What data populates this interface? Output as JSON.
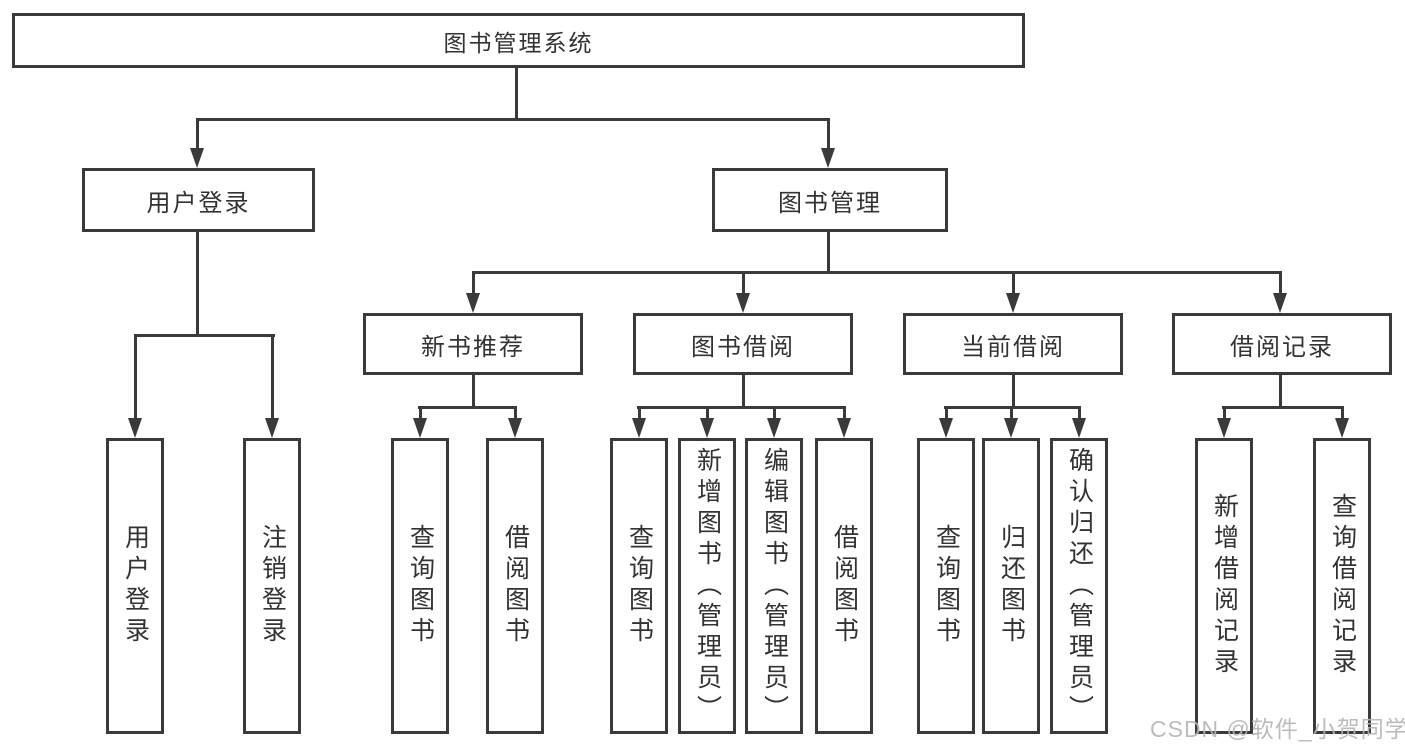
{
  "colors": {
    "line": "#3a3a3a",
    "text": "#333333",
    "watermark": "#b5b5b5",
    "background": "#ffffff"
  },
  "tree": {
    "root_label": "图书管理系统",
    "branches": [
      {
        "label": "用户登录",
        "children": [
          {
            "label": "用户登录"
          },
          {
            "label": "注销登录"
          }
        ]
      },
      {
        "label": "图书管理",
        "children": [
          {
            "label": "新书推荐",
            "children": [
              {
                "label": "查询图书"
              },
              {
                "label": "借阅图书"
              }
            ]
          },
          {
            "label": "图书借阅",
            "children": [
              {
                "label": "查询图书"
              },
              {
                "label": "新增图书（管理员）"
              },
              {
                "label": "编辑图书（管理员）"
              },
              {
                "label": "借阅图书"
              }
            ]
          },
          {
            "label": "当前借阅",
            "children": [
              {
                "label": "查询图书"
              },
              {
                "label": "归还图书"
              },
              {
                "label": "确认归还（管理员）"
              }
            ]
          },
          {
            "label": "借阅记录",
            "children": [
              {
                "label": "新增借阅记录"
              },
              {
                "label": "查询借阅记录"
              }
            ]
          }
        ]
      }
    ]
  },
  "watermark": {
    "text": "CSDN @软件_小贺同学"
  }
}
